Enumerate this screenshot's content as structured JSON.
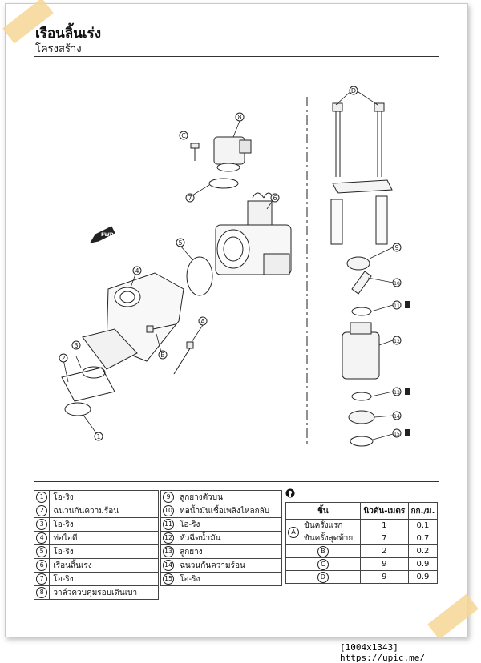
{
  "header": {
    "title": "เรือนลิ้นเร่ง",
    "subtitle": "โครงสร้าง"
  },
  "diagram": {
    "callouts": [
      "1",
      "2",
      "3",
      "4",
      "5",
      "6",
      "7",
      "8",
      "9",
      "10",
      "11",
      "12",
      "13",
      "14",
      "15",
      "A",
      "B",
      "C",
      "D"
    ],
    "direction_label": "FWD"
  },
  "legend_left": [
    {
      "num": "1",
      "text": "โอ-ริง"
    },
    {
      "num": "2",
      "text": "ฉนวนกันความร้อน"
    },
    {
      "num": "3",
      "text": "โอ-ริง"
    },
    {
      "num": "4",
      "text": "ท่อไอดี"
    },
    {
      "num": "5",
      "text": "โอ-ริง"
    },
    {
      "num": "6",
      "text": "เรือนลิ้นเร่ง"
    },
    {
      "num": "7",
      "text": "โอ-ริง"
    },
    {
      "num": "8",
      "text": "วาล์วควบคุมรอบเดินเบา"
    }
  ],
  "legend_right": [
    {
      "num": "9",
      "text": "ลูกยางตัวบน"
    },
    {
      "num": "10",
      "text": "ท่อน้ำมันเชื้อเพลิงไหลกลับ"
    },
    {
      "num": "11",
      "text": "โอ-ริง"
    },
    {
      "num": "12",
      "text": "หัวฉีดน้ำมัน"
    },
    {
      "num": "13",
      "text": "ลูกยาง"
    },
    {
      "num": "14",
      "text": "ฉนวนกันความร้อน"
    },
    {
      "num": "15",
      "text": "โอ-ริง"
    }
  ],
  "torque_table": {
    "headers": [
      "ชิ้น",
      "นิวตัน-เมตร",
      "กก./ม."
    ],
    "rows": [
      {
        "part": "A",
        "step": "ขันครั้งแรก",
        "nm": "1",
        "kgm": "0.1"
      },
      {
        "part": "",
        "step": "ขันครั้งสุดท้าย",
        "nm": "7",
        "kgm": "0.7"
      },
      {
        "part": "B",
        "step": "",
        "nm": "2",
        "kgm": "0.2"
      },
      {
        "part": "C",
        "step": "",
        "nm": "9",
        "kgm": "0.9"
      },
      {
        "part": "D",
        "step": "",
        "nm": "9",
        "kgm": "0.9"
      }
    ]
  },
  "footer": {
    "text": "[1004x1343] https://upic.me/"
  }
}
